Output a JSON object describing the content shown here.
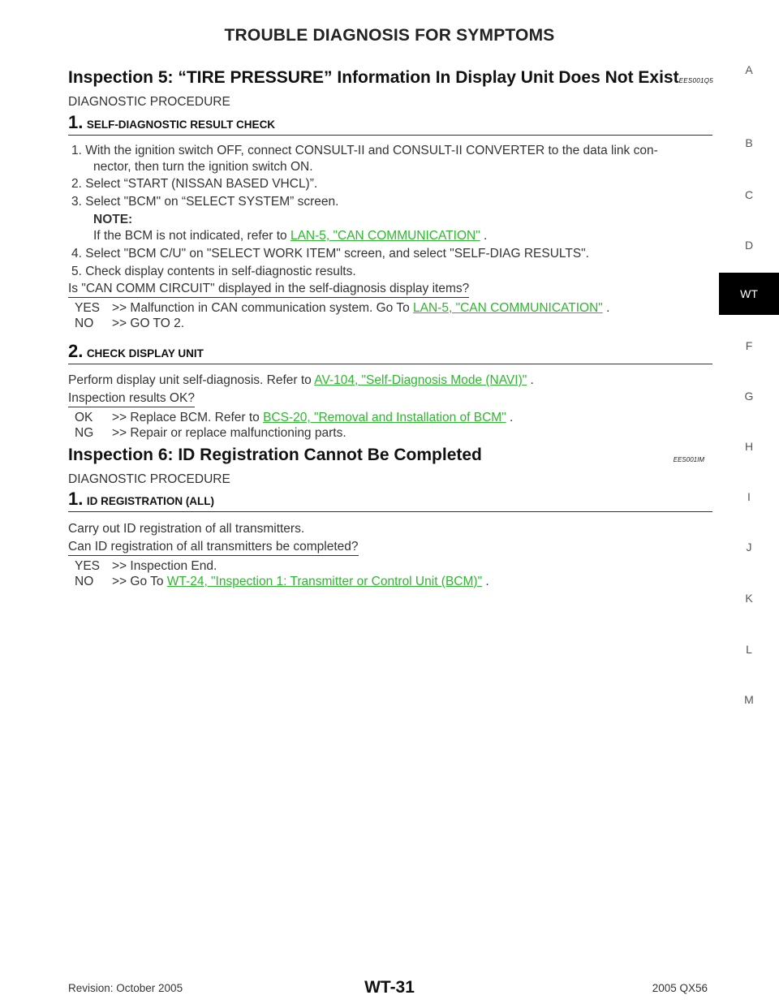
{
  "header": {
    "title": "TROUBLE DIAGNOSIS FOR SYMPTOMS"
  },
  "section5": {
    "title": "Inspection 5: “TIRE PRESSURE” Information In Display Unit Does Not Exist",
    "code": "EES001Q5",
    "proc": "DIAGNOSTIC PROCEDURE",
    "step1": {
      "num": "1.",
      "title": "SELF-DIAGNOSTIC RESULT CHECK",
      "l1a": "1.  With the ignition switch OFF, connect CONSULT-II and CONSULT-II CONVERTER to the data link con-",
      "l1b": "nector, then turn the ignition switch ON.",
      "l2": "2.  Select “START (NISSAN BASED VHCL)”.",
      "l3": "3.  Select \"BCM\" on “SELECT SYSTEM” screen.",
      "note_label": "NOTE:",
      "note_pre": "If the BCM is not indicated, refer to ",
      "note_link": "LAN-5, \"CAN COMMUNICATION\"",
      "note_post": " .",
      "l4": "4.  Select \"BCM C/U\" on \"SELECT WORK ITEM\" screen, and select \"SELF-DIAG RESULTS\".",
      "l5": "5.  Check display contents in self-diagnostic results.",
      "question": "Is \"CAN COMM CIRCUIT\" displayed in the self-diagnosis display items?",
      "yes_key": "YES",
      "yes_pre": ">>  Malfunction in CAN communication system.  Go To ",
      "yes_link": "LAN-5, \"CAN COMMUNICATION\"",
      "yes_post": " .",
      "no_key": "NO",
      "no_text": ">>  GO TO 2."
    },
    "step2": {
      "num": "2.",
      "title": "CHECK DISPLAY UNIT",
      "text_pre": "Perform display unit self-diagnosis. Refer to ",
      "text_link": "AV-104, \"Self-Diagnosis Mode (NAVI)\"",
      "text_post": " .",
      "question": "Inspection results OK?",
      "ok_key": "OK",
      "ok_pre": ">> Replace BCM. Refer to ",
      "ok_link": "BCS-20, \"Removal and Installation of BCM\"",
      "ok_post": " .",
      "ng_key": "NG",
      "ng_text": ">> Repair or replace malfunctioning parts."
    }
  },
  "section6": {
    "title": "Inspection 6: ID Registration Cannot Be Completed",
    "code": "EES001IM",
    "proc": "DIAGNOSTIC PROCEDURE",
    "step1": {
      "num": "1.",
      "title": "ID REGISTRATION (ALL)",
      "text": "Carry out ID registration of all transmitters.",
      "question": "Can ID registration of all transmitters be completed?",
      "yes_key": "YES",
      "yes_text": ">> Inspection End.",
      "no_key": "NO",
      "no_pre": ">> Go To ",
      "no_link": "WT-24, \"Inspection 1: Transmitter or Control Unit (BCM)\"",
      "no_post": " ."
    }
  },
  "sidebar": {
    "a": "A",
    "b": "B",
    "c": "C",
    "d": "D",
    "wt": "WT",
    "f": "F",
    "g": "G",
    "h": "H",
    "i": "I",
    "j": "J",
    "k": "K",
    "l": "L",
    "m": "M"
  },
  "footer": {
    "revision": "Revision: October 2005",
    "page": "WT-31",
    "model": "2005 QX56"
  }
}
